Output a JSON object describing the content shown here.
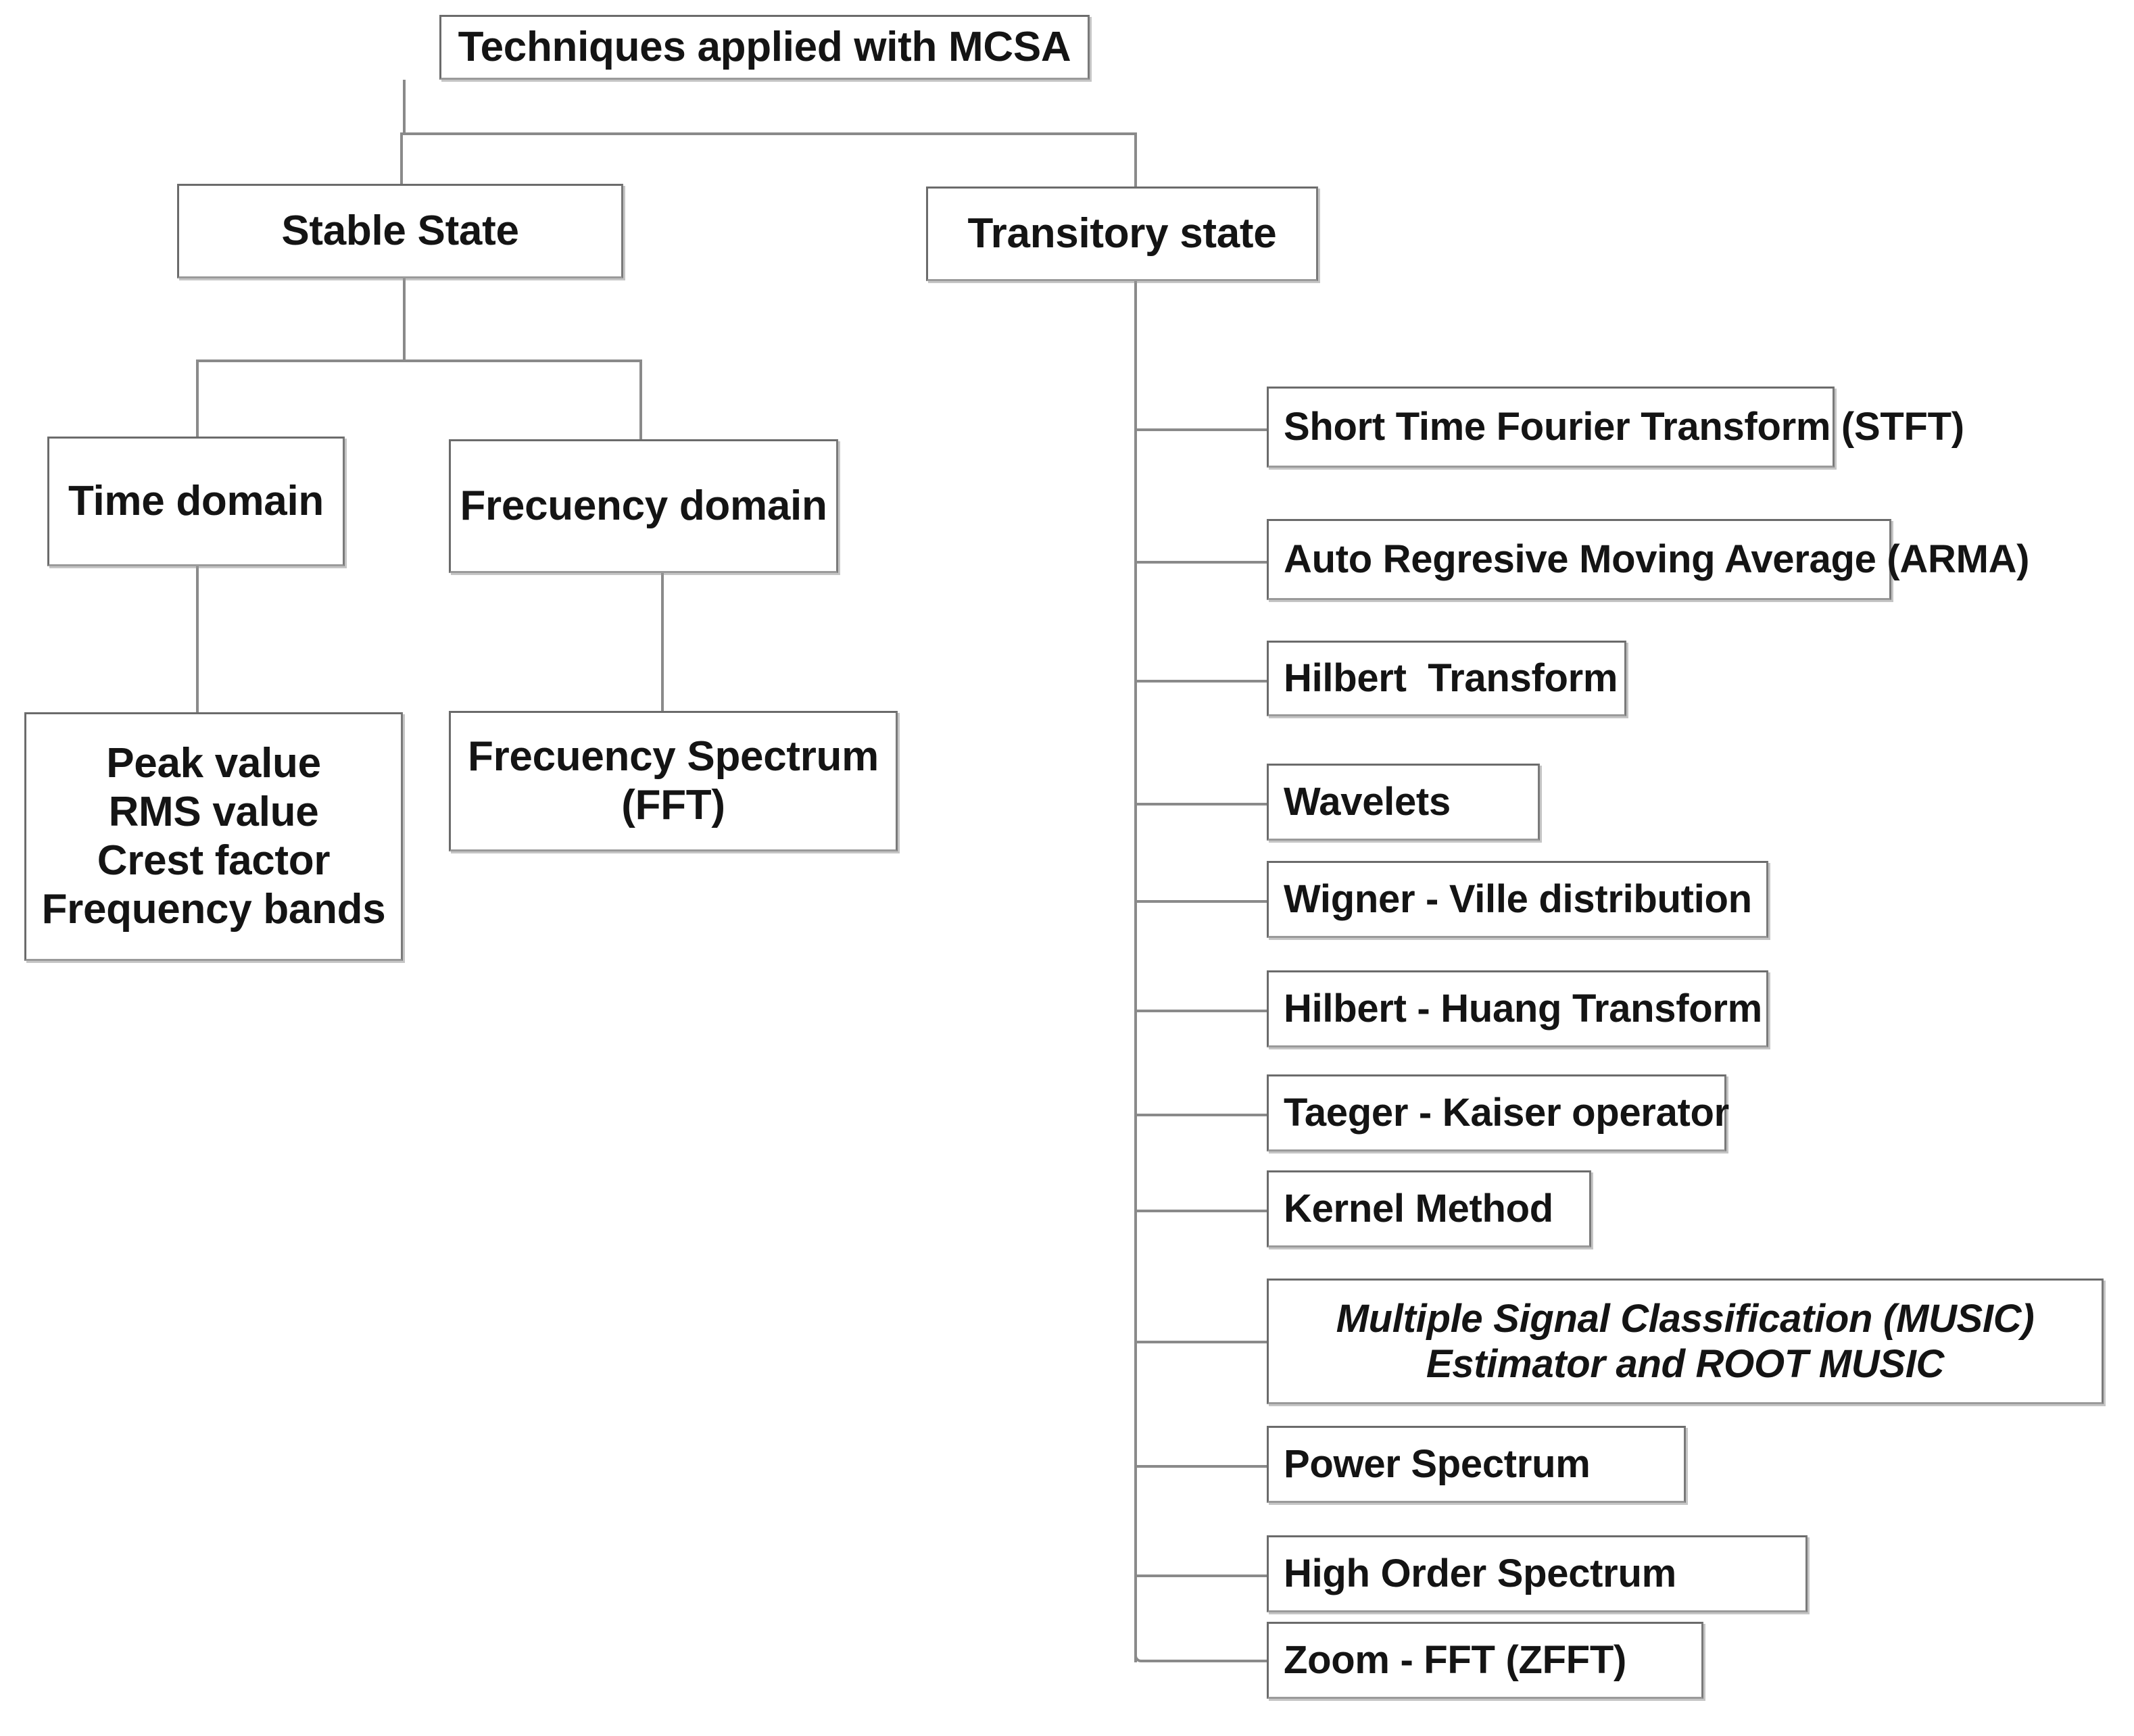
{
  "diagram": {
    "type": "tree-hierarchy",
    "title": "Techniques applied with MCSA",
    "root": {
      "label": "Techniques applied with MCSA"
    },
    "branches": {
      "stable": {
        "label": "Stable State",
        "children": {
          "time_domain": {
            "label": "Time domain",
            "leaf": "Peak value\nRMS value\nCrest factor\nFrequency bands"
          },
          "frequency_domain": {
            "label": "Frecuency domain",
            "leaf": "Frecuency  Spectrum\n(FFT)"
          }
        }
      },
      "transitory": {
        "label": "Transitory state",
        "items": [
          {
            "label": "Short Time Fourier Transform (STFT)",
            "italic": false
          },
          {
            "label": "Auto Regresive Moving Average (ARMA)",
            "italic": false
          },
          {
            "label": "Hilbert  Transform",
            "italic": false
          },
          {
            "label": "Wavelets",
            "italic": false
          },
          {
            "label": "Wigner - Ville distribution",
            "italic": false
          },
          {
            "label": "Hilbert - Huang Transform",
            "italic": false
          },
          {
            "label": "Taeger - Kaiser operator",
            "italic": false
          },
          {
            "label": "Kernel Method",
            "italic": false
          },
          {
            "label": "Multiple Signal Classification (MUSIC)\nEstimator and ROOT MUSIC",
            "italic": true
          },
          {
            "label": "Power Spectrum",
            "italic": false
          },
          {
            "label": "High Order Spectrum",
            "italic": false
          },
          {
            "label": "Zoom - FFT (ZFFT)",
            "italic": false
          }
        ]
      }
    },
    "colors": {
      "box_border": "#6b6b6b",
      "connector": "#8a8a8a",
      "text": "#141414",
      "background": "#ffffff"
    }
  }
}
